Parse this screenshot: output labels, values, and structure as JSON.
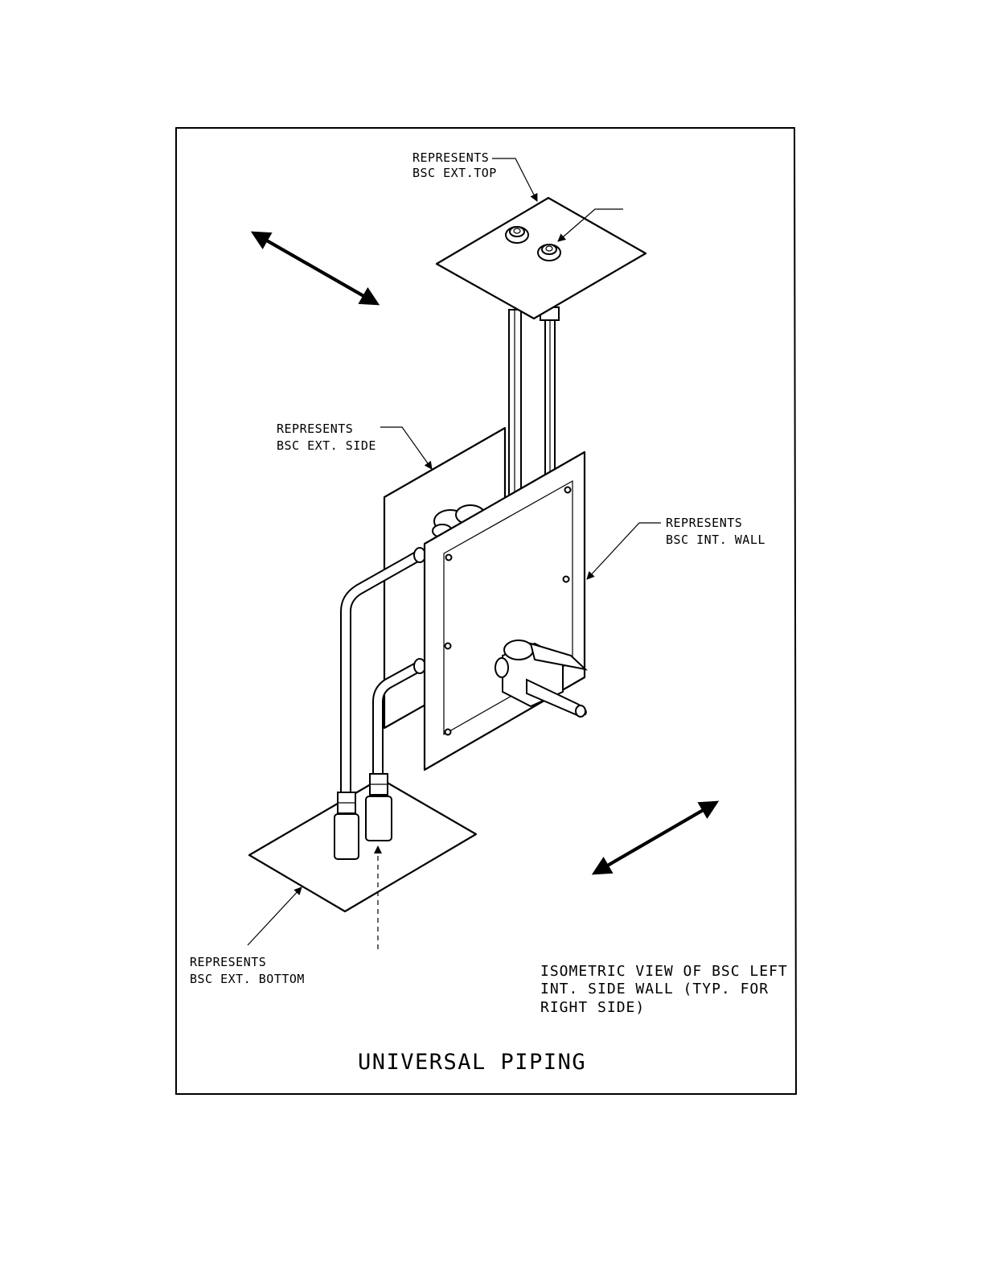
{
  "title": "UNIVERSAL PIPING",
  "labels": {
    "ext_top": [
      "REPRESENTS",
      "BSC EXT.TOP"
    ],
    "ext_side": [
      "REPRESENTS",
      "BSC EXT. SIDE"
    ],
    "int_wall": [
      "REPRESENTS",
      "BSC INT. WALL"
    ],
    "ext_bottom": [
      "REPRESENTS",
      "BSC EXT. BOTTOM"
    ]
  },
  "note": [
    "ISOMETRIC VIEW OF BSC LEFT",
    "INT. SIDE WALL (TYP. FOR",
    "RIGHT SIDE)"
  ]
}
